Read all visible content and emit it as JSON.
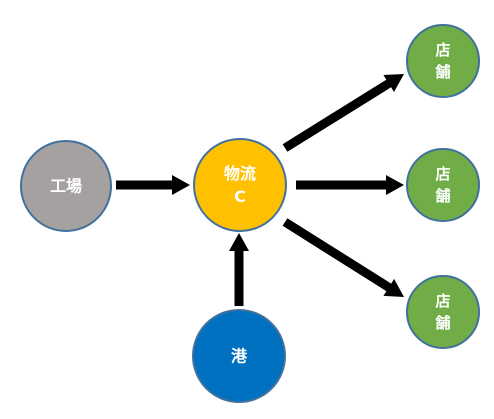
{
  "nodes": {
    "factory": {
      "lines": [
        "工場"
      ],
      "fill": "#a6a1a1",
      "stroke": "#41719c"
    },
    "distribution_center": {
      "lines": [
        "物流",
        "C"
      ],
      "fill": "#ffc000",
      "stroke": "#41719c"
    },
    "port": {
      "lines": [
        "港"
      ],
      "fill": "#0070c0",
      "stroke": "#41719c"
    },
    "store_top": {
      "lines": [
        "店",
        "舗"
      ],
      "fill": "#70ad47",
      "stroke": "#41719c"
    },
    "store_middle": {
      "lines": [
        "店",
        "舗"
      ],
      "fill": "#70ad47",
      "stroke": "#41719c"
    },
    "store_bottom": {
      "lines": [
        "店",
        "舗"
      ],
      "fill": "#70ad47",
      "stroke": "#41719c"
    }
  },
  "edges": [
    {
      "from": "factory",
      "to": "distribution_center"
    },
    {
      "from": "port",
      "to": "distribution_center"
    },
    {
      "from": "distribution_center",
      "to": "store_top"
    },
    {
      "from": "distribution_center",
      "to": "store_middle"
    },
    {
      "from": "distribution_center",
      "to": "store_bottom"
    }
  ],
  "colors": {
    "arrow": "#000000",
    "background": "#ffffff",
    "label": "#ffffff"
  }
}
